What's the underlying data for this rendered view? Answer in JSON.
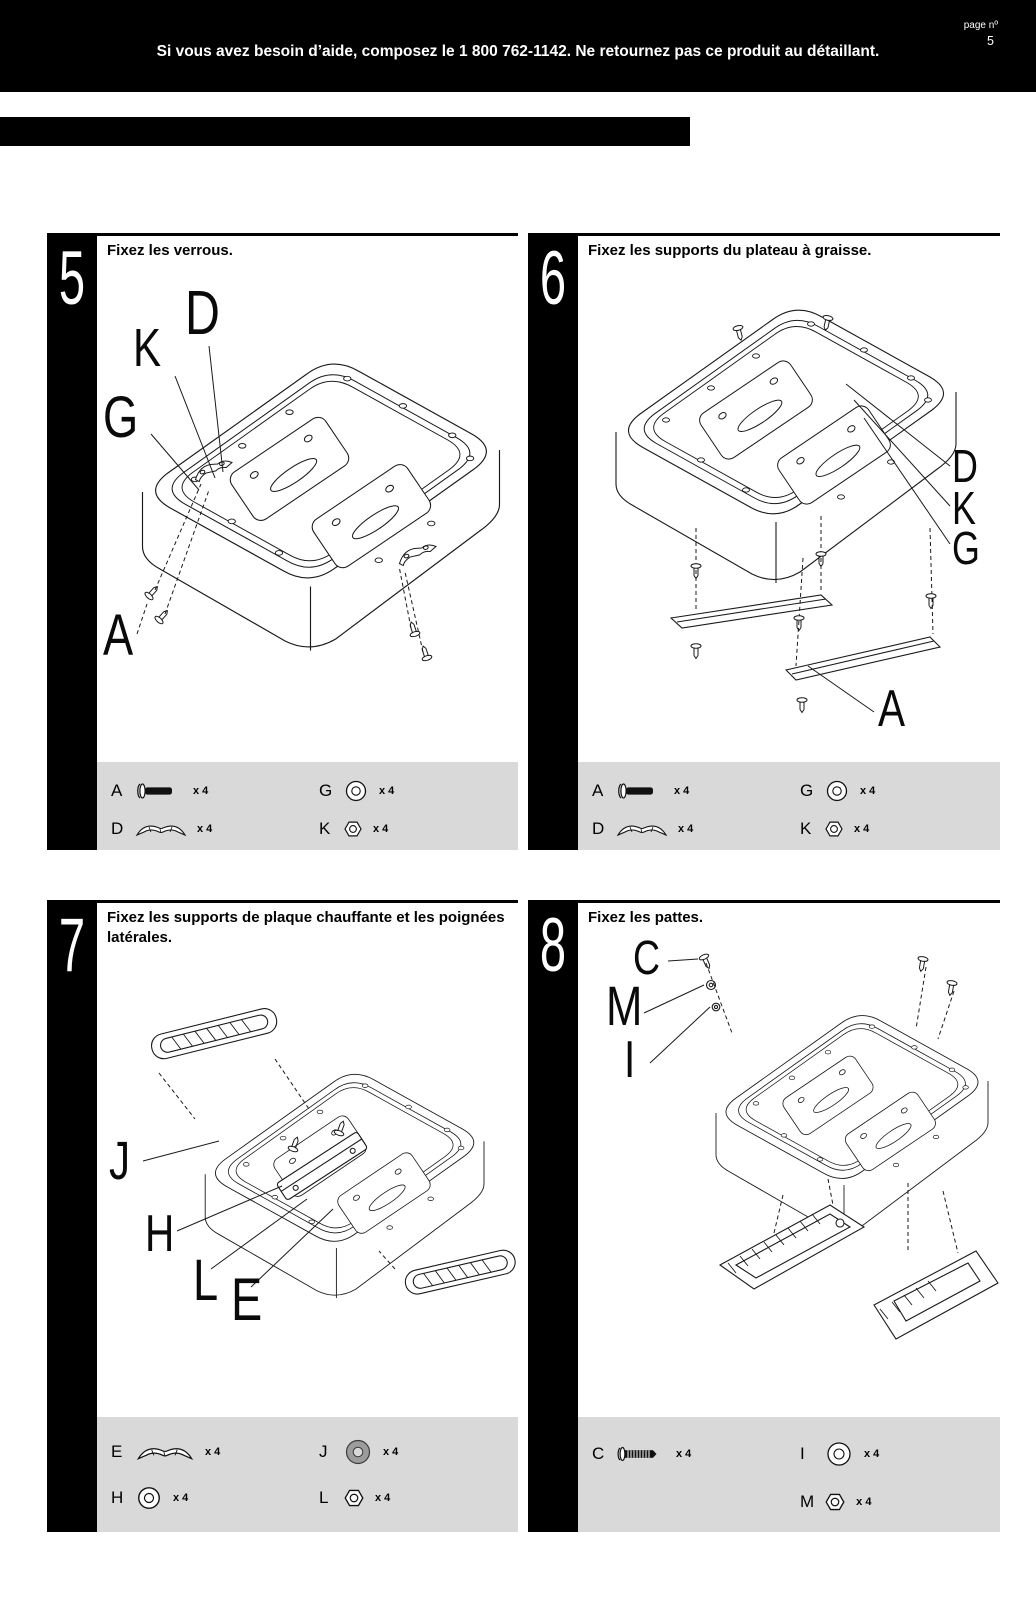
{
  "header": {
    "help_text": "Si vous avez besoin d’aide, composez le 1 800 762-1142. Ne retournez pas ce produit au détaillant.",
    "page_label": "page nº",
    "page_number": "5"
  },
  "colors": {
    "bar": "#000000",
    "legend_bg": "#d9d9d9"
  },
  "steps": [
    {
      "number": "5",
      "title": "Fixez les verrous.",
      "callouts": [
        "K",
        "D",
        "G",
        "A"
      ],
      "parts": [
        {
          "letter": "A",
          "qty": "x 4",
          "icon": "bolt-icon"
        },
        {
          "letter": "D",
          "qty": "x 4",
          "icon": "latch-icon"
        },
        {
          "letter": "G",
          "qty": "x 4",
          "icon": "washer-icon"
        },
        {
          "letter": "K",
          "qty": "x 4",
          "icon": "nut-icon"
        }
      ]
    },
    {
      "number": "6",
      "title": "Fixez les supports du plateau à graisse.",
      "callouts": [
        "D",
        "K",
        "G",
        "A"
      ],
      "parts": [
        {
          "letter": "A",
          "qty": "x 4",
          "icon": "bolt-icon"
        },
        {
          "letter": "D",
          "qty": "x 4",
          "icon": "latch-icon"
        },
        {
          "letter": "G",
          "qty": "x 4",
          "icon": "washer-icon"
        },
        {
          "letter": "K",
          "qty": "x 4",
          "icon": "nut-icon"
        }
      ]
    },
    {
      "number": "7",
      "title": "Fixez les supports de plaque chauffante et les poignées latérales.",
      "callouts": [
        "J",
        "H",
        "L",
        "E"
      ],
      "parts": [
        {
          "letter": "E",
          "qty": "x 4",
          "icon": "latch-icon"
        },
        {
          "letter": "H",
          "qty": "x 4",
          "icon": "washer-icon"
        },
        {
          "letter": "J",
          "qty": "x 4",
          "icon": "thick-washer-icon"
        },
        {
          "letter": "L",
          "qty": "x 4",
          "icon": "nut-icon"
        }
      ]
    },
    {
      "number": "8",
      "title": "Fixez les pattes.",
      "callouts": [
        "C",
        "M",
        "I"
      ],
      "parts": [
        {
          "letter": "C",
          "qty": "x 4",
          "icon": "threaded-bolt-icon"
        },
        {
          "letter": "I",
          "qty": "x 4",
          "icon": "washer-icon"
        },
        {
          "letter": "M",
          "qty": "x 4",
          "icon": "nut-icon"
        }
      ]
    }
  ]
}
